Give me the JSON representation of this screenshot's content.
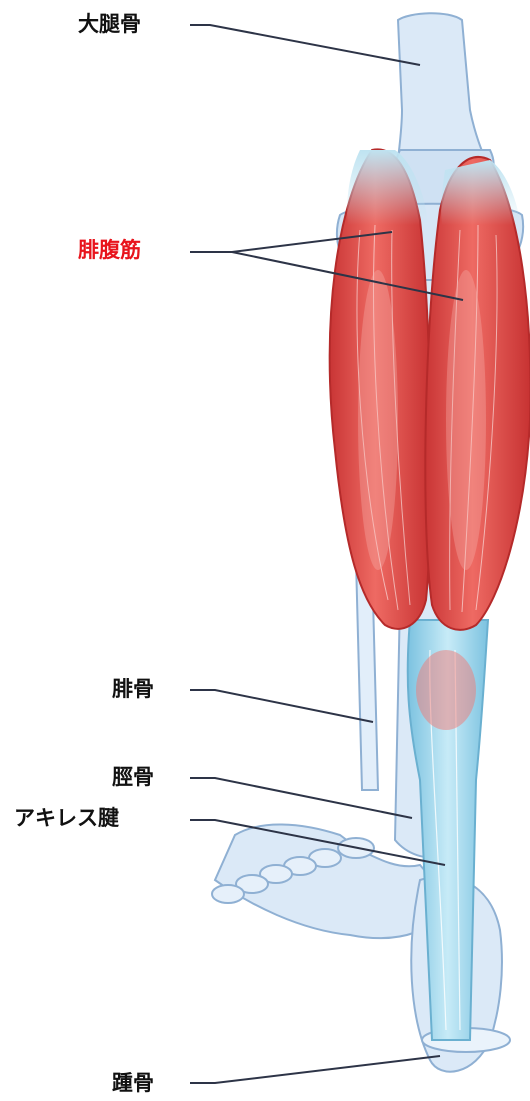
{
  "labels": {
    "femur": "大腿骨",
    "gastrocnemius": "腓腹筋",
    "fibula": "腓骨",
    "tibia": "脛骨",
    "achilles": "アキレス腱",
    "calcaneus": "踵骨"
  },
  "colors": {
    "highlight_label": "#e8141c",
    "label": "#111111",
    "leader_line": "#2d3447",
    "bone_fill": "#dbe9f7",
    "bone_stroke": "#8fb0d3",
    "muscle": "#de4b4b",
    "tendon": "#9ed3ec"
  }
}
